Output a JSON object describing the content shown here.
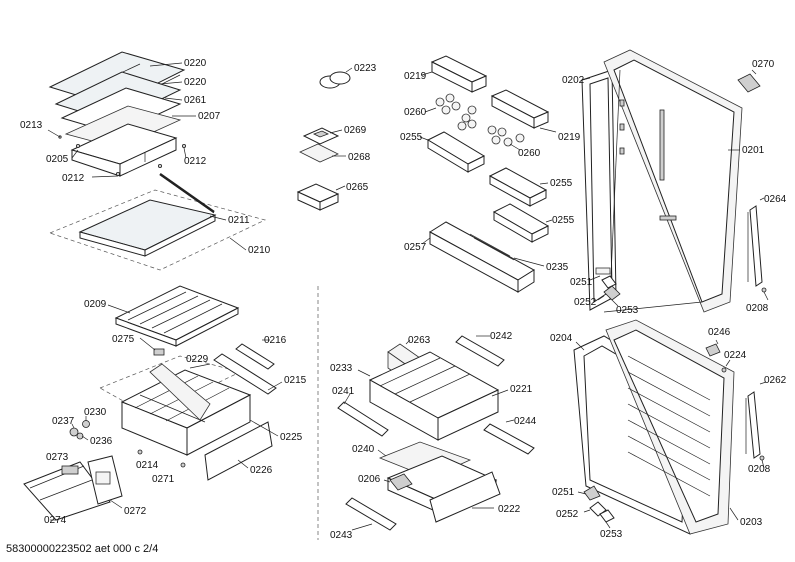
{
  "diagram": {
    "footer": "58300000223502 aet 000 c 2/4",
    "part_labels": {
      "p0220a": "0220",
      "p0220b": "0220",
      "p0261": "0261",
      "p0207": "0207",
      "p0213": "0213",
      "p0205": "0205",
      "p0212a": "0212",
      "p0212b": "0212",
      "p0211": "0211",
      "p0210": "0210",
      "p0209": "0209",
      "p0275": "0275",
      "p0216": "0216",
      "p0229": "0229",
      "p0215": "0215",
      "p0225": "0225",
      "p0237": "0237",
      "p0230": "0230",
      "p0236": "0236",
      "p0214": "0214",
      "p0271": "0271",
      "p0226": "0226",
      "p0273": "0273",
      "p0274": "0274",
      "p0272": "0272",
      "p0223": "0223",
      "p0269": "0269",
      "p0268": "0268",
      "p0265": "0265",
      "p0219a": "0219",
      "p0219b": "0219",
      "p0260a": "0260",
      "p0260b": "0260",
      "p0255a": "0255",
      "p0255b": "0255",
      "p0255c": "0255",
      "p0257": "0257",
      "p0235": "0235",
      "p0202": "0202",
      "p0270": "0270",
      "p0201": "0201",
      "p0264": "0264",
      "p0251a": "0251",
      "p0252a": "0252",
      "p0253a": "0253",
      "p0208a": "0208",
      "p0263": "0263",
      "p0242": "0242",
      "p0233": "0233",
      "p0221": "0221",
      "p0241": "0241",
      "p0244": "0244",
      "p0240": "0240",
      "p0206": "0206",
      "p0222": "0222",
      "p0243": "0243",
      "p0204": "0204",
      "p0246": "0246",
      "p0224": "0224",
      "p0262": "0262",
      "p0208b": "0208",
      "p0251b": "0251",
      "p0252b": "0252",
      "p0253b": "0253",
      "p0203": "0203"
    }
  }
}
